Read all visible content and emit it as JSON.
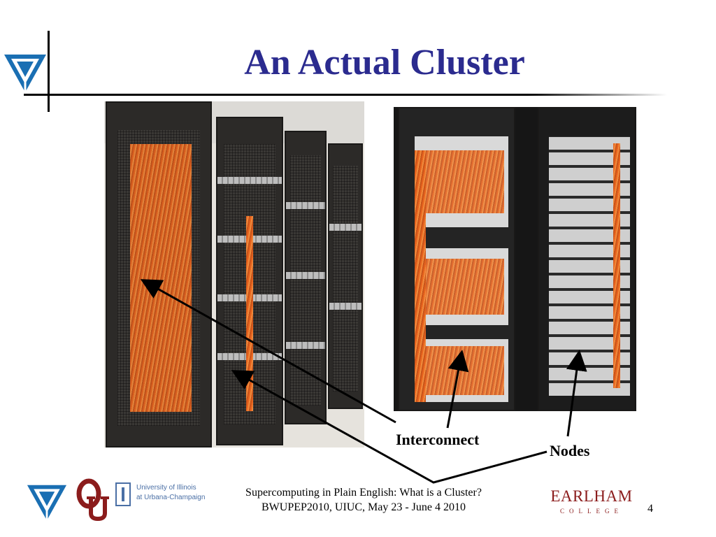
{
  "slide": {
    "title": "An Actual Cluster",
    "labels": {
      "interconnect": "Interconnect",
      "nodes": "Nodes"
    },
    "footer": {
      "line1": "Supercomputing in Plain English: What is a Cluster?",
      "line2": "BWUPEP2010, UIUC, May 23 - June 4 2010",
      "page_number": "4"
    },
    "logos": {
      "uiuc": [
        "University of Illinois",
        "at Urbana-Champaign"
      ],
      "earlham_name": "EARLHAM",
      "earlham_sub": "COLLEGE"
    },
    "photos": {
      "left": "server racks",
      "right": "server racks"
    }
  },
  "colors": {
    "title": "#2b2b8f",
    "arrow": "#000000",
    "triangle_logo": "#1a6fb3",
    "ou_logo": "#8b1c1c",
    "earlham": "#8b1c1c",
    "uiuc": "#4a6fa5",
    "cable_orange": "#e8641e"
  }
}
